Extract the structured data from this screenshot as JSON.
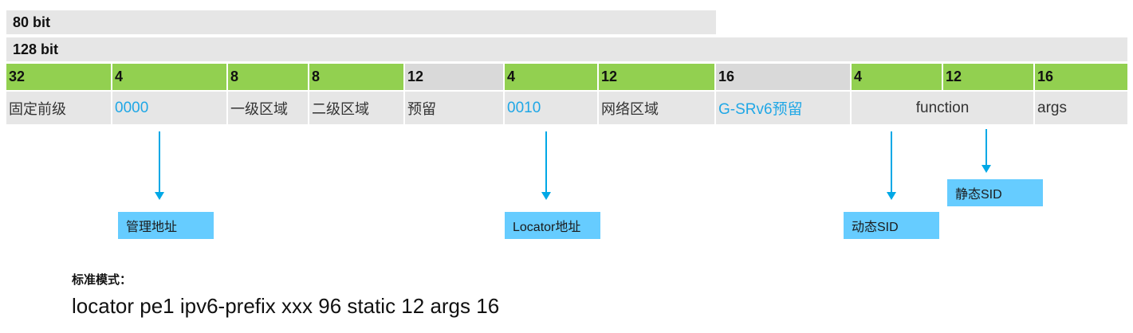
{
  "bar80": "80 bit",
  "bar128": "128 bit",
  "bits": [
    "32",
    "4",
    "8",
    "8",
    "12",
    "4",
    "12",
    "16",
    "4",
    "12",
    "16"
  ],
  "fields": [
    "固定前级",
    "0000",
    "一级区域",
    "二级区域",
    "预留",
    "0010",
    "网络区域",
    "G-SRv6预留",
    "function",
    "args"
  ],
  "labels": {
    "mgmt": "管理地址",
    "locator": "Locator地址",
    "dynamic": "动态SID",
    "static": "静态SID"
  },
  "mode_title": "标准模式：",
  "command": "locator pe1 ipv6-prefix xxx 96 static 12 args 16",
  "colors": {
    "green": "#92d050",
    "grey": "#e6e6e6",
    "blue_text": "#1fa7e6",
    "label_bg": "#66ccff",
    "arrow": "#00a8e6"
  }
}
